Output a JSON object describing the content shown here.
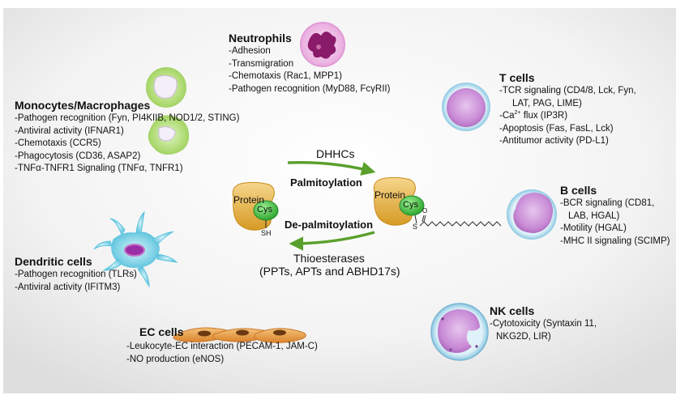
{
  "center": {
    "enzyme_top": "DHHCs",
    "process_forward": "Palmitoylation",
    "process_reverse": "De-palmitoylation",
    "enzyme_bottom": "Thioesterases",
    "enzyme_bottom_detail": "(PPTs, APTs and ABHD17s)",
    "protein_label": "Protein",
    "cys_label": "Cys",
    "sh_label": "SH",
    "s_label": "S",
    "o_label": "O"
  },
  "neutrophils": {
    "title": "Neutrophils",
    "items": [
      "-Adhesion",
      "-Transmigration",
      "-Chemotaxis (Rac1, MPP1)",
      "-Pathogen recognition (MyD88, FcγRII)"
    ]
  },
  "monocytes": {
    "title": "Monocytes/Macrophages",
    "items": [
      "-Pathogen recognition (Fyn, PI4KIIB, NOD1/2, STING)",
      "-Antiviral activity  (IFNAR1)",
      "-Chemotaxis (CCR5)",
      "-Phagocytosis (CD36, ASAP2)",
      "-TNFα-TNFR1 Signaling (TNFα, TNFR1)"
    ]
  },
  "tcells": {
    "title": "T cells",
    "items": [
      "-TCR signaling (CD4/8, Lck, Fyn,",
      "LAT, PAG, LIME)"
    ],
    "ca_prefix": "-Ca",
    "ca_sup": "2+",
    "ca_suffix": " flux (IP3R)",
    "items2": [
      "-Apoptosis (Fas, FasL, Lck)",
      "-Antitumor activity (PD-L1)"
    ]
  },
  "bcells": {
    "title": "B cells",
    "items": [
      "-BCR signaling (CD81,",
      "LAB, HGAL)",
      "-Motility (HGAL)",
      "-MHC II signaling  (SCIMP)"
    ]
  },
  "dendritic": {
    "title": "Dendritic cells",
    "items": [
      "-Pathogen recognition (TLRs)",
      "-Antiviral activity  (IFITM3)"
    ]
  },
  "nkcells": {
    "title": "NK cells",
    "items": [
      "-Cytotoxicity (Syntaxin 11,",
      "NKG2D, LIR)"
    ]
  },
  "eccells": {
    "title": "EC cells",
    "items": [
      "-Leukocyte-EC interaction (PECAM-1, JAM-C)",
      "-NO production (eNOS)"
    ]
  },
  "colors": {
    "arrow_green": "#5aa02c",
    "protein_fill": "#e8b53e",
    "cys_fill": "#4cc24a",
    "monocyte_fill": "#b9e27f",
    "tcell_fill": "#c98bd6",
    "cell_ring": "#a8d6ea",
    "ec_fill": "#e39a3a",
    "dendritic_fill": "#7fd3e8"
  }
}
